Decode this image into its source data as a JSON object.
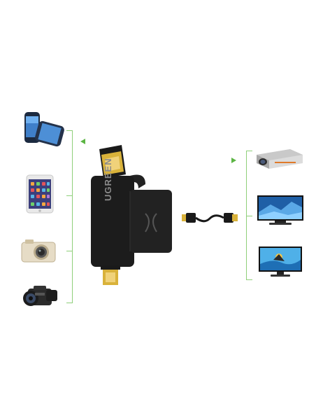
{
  "product": {
    "brand": "UGREEN",
    "accent_color": "#5cb544",
    "connector_color": "#1a1a1a",
    "gold_color": "#d9b23a"
  },
  "source_devices": [
    {
      "name": "smartphone",
      "icon": "smartphone-icon"
    },
    {
      "name": "tablet",
      "icon": "tablet-icon"
    },
    {
      "name": "camera",
      "icon": "camera-icon"
    },
    {
      "name": "camcorder",
      "icon": "camcorder-icon"
    }
  ],
  "display_devices": [
    {
      "name": "projector",
      "icon": "projector-icon"
    },
    {
      "name": "tv",
      "icon": "tv-icon"
    },
    {
      "name": "monitor",
      "icon": "monitor-icon"
    }
  ]
}
